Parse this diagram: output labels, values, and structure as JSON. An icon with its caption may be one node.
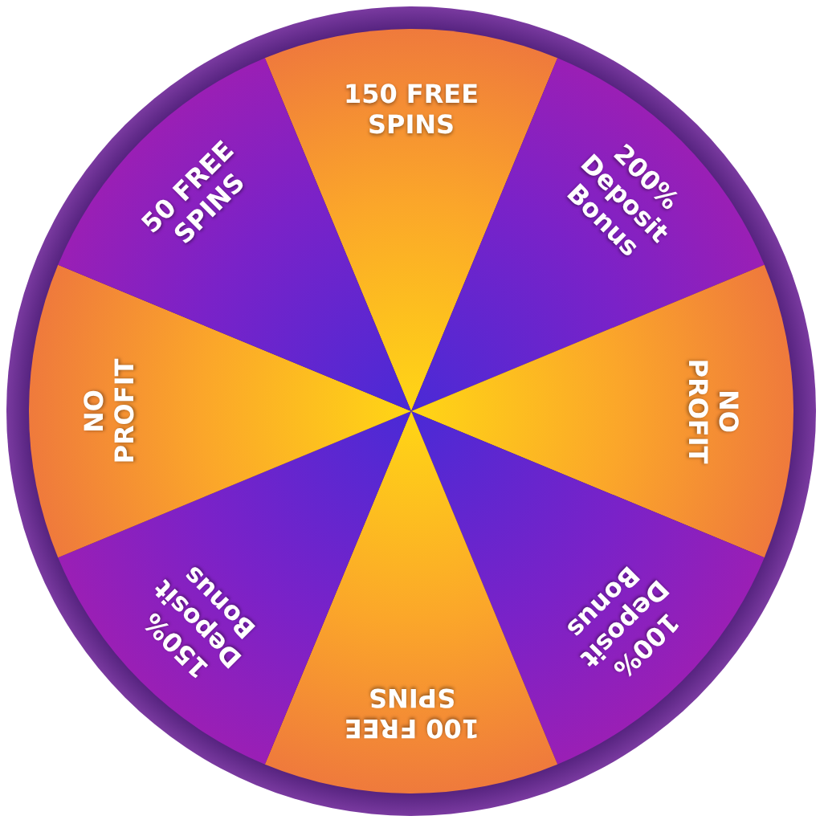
{
  "diagram": {
    "nodes": [
      {
        "text": [
          "150 FREE SPINS"
        ]
      },
      {
        "text": [
          "200% Deposit Bonus"
        ]
      },
      {
        "text": [
          "NO PROFIT"
        ]
      },
      {
        "text": [
          "100% Deposit Bonus"
        ]
      },
      {
        "text": [
          "100 FREE SPINS"
        ]
      },
      {
        "text": [
          "150% Deposit Bonus"
        ]
      },
      {
        "text": [
          "NO PROFIT"
        ]
      },
      {
        "text": [
          "50 FREE SPINS"
        ]
      }
    ],
    "edges": []
  }
}
